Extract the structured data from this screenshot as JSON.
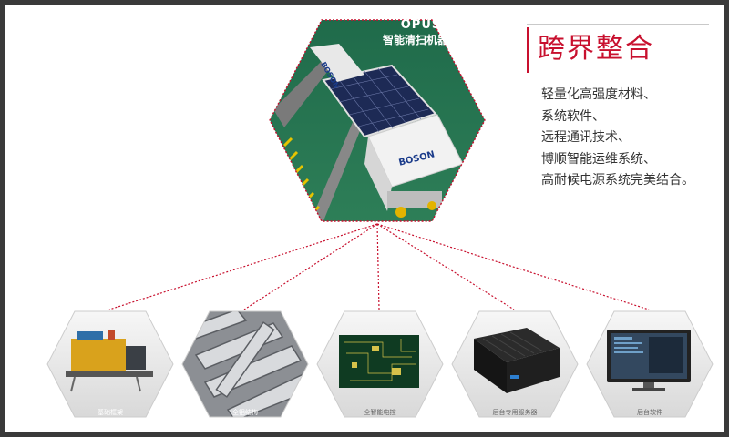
{
  "header": {
    "title": "跨界整合"
  },
  "features": [
    "轻量化高强度材料、",
    "系统软件、",
    "远程通讯技术、",
    "博顺智能运维系统、",
    "高耐候电源系统完美结合。"
  ],
  "product": {
    "name_en": "OPUS",
    "name_cn": "智能清扫机器人",
    "brand_label": "BOSON",
    "side_label": "BOSON"
  },
  "components": [
    {
      "label": "基础框架",
      "icon": "machine-icon"
    },
    {
      "label": "全铝结构",
      "icon": "aluminum-profile-icon"
    },
    {
      "label": "全智能电控",
      "icon": "circuit-board-icon"
    },
    {
      "label": "后台专用服务器",
      "icon": "server-box-icon"
    },
    {
      "label": "后台软件",
      "icon": "monitor-icon"
    }
  ],
  "colors": {
    "accent": "#c8102e",
    "connector": "#c8102e"
  }
}
